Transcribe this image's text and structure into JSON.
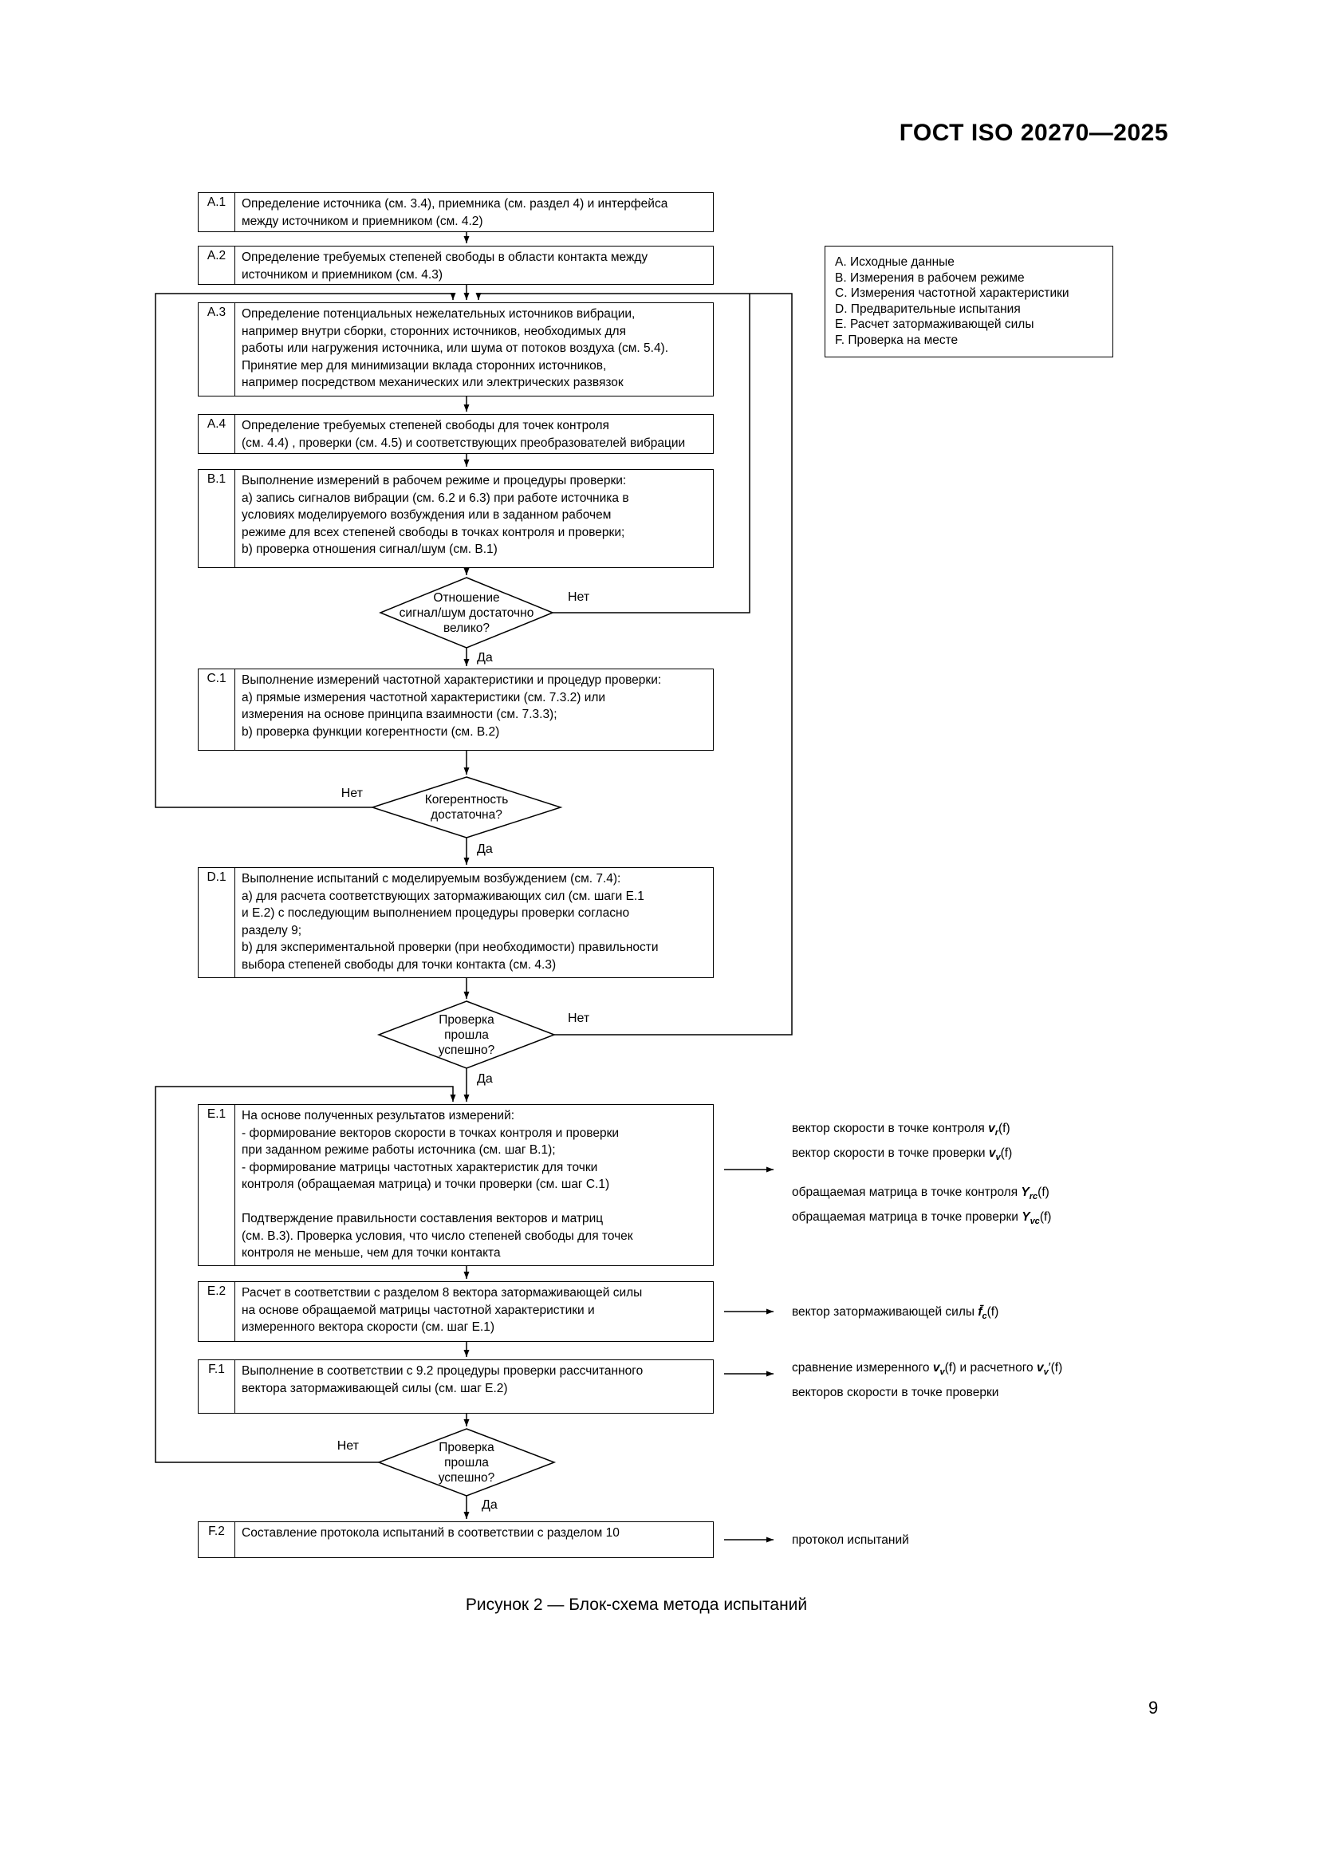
{
  "page": {
    "header": "ГОСТ ISO 20270—2025",
    "caption": "Рисунок 2 — Блок-схема метода испытаний",
    "page_number": "9"
  },
  "colors": {
    "ink": "#000000",
    "background": "#ffffff"
  },
  "legend": {
    "items": [
      "A. Исходные данные",
      "B. Измерения в рабочем режиме",
      "C. Измерения частотной характеристики",
      "D. Предварительные испытания",
      "E. Расчет затормаживающей силы",
      "F. Проверка на месте"
    ]
  },
  "boxes": {
    "a1": {
      "code": "A.1",
      "text": "Определение источника (см. 3.4), приемника (см. раздел 4) и интерфейса\nмежду источником и приемником (см. 4.2)"
    },
    "a2": {
      "code": "A.2",
      "text": "Определение требуемых степеней свободы в области контакта между\nисточником и приемником (см. 4.3)"
    },
    "a3": {
      "code": "A.3",
      "text": "Определение потенциальных нежелательных источников вибрации,\nнапример внутри сборки, сторонних источников, необходимых для\nработы или нагружения источника, или шума от потоков воздуха (см. 5.4).\nПринятие мер для минимизации вклада сторонних источников,\nнапример посредством механических или электрических развязок"
    },
    "a4": {
      "code": "A.4",
      "text": "Определение требуемых степеней свободы для точек контроля\n(см. 4.4) , проверки (см. 4.5) и соответствующих преобразователей вибрации"
    },
    "b1": {
      "code": "B.1",
      "text": "Выполнение измерений в рабочем режиме и процедуры проверки:\na) запись сигналов вибрации (см. 6.2 и 6.3) при работе источника в\nусловиях моделируемого возбуждения или в заданном рабочем\nрежиме для всех степеней свободы в точках контроля и проверки;\nb) проверка отношения сигнал/шум (см. В.1)"
    },
    "c1": {
      "code": "C.1",
      "text": "Выполнение измерений частотной характеристики и процедур проверки:\na) прямые измерения частотной характеристики (см. 7.3.2) или\nизмерения на основе принципа взаимности (см. 7.3.3);\nb) проверка функции когерентности (см. В.2)"
    },
    "d1": {
      "code": "D.1",
      "text": "Выполнение испытаний с моделируемым возбуждением (см. 7.4):\na) для расчета соответствующих затормаживающих сил (см. шаги E.1\nи E.2) с последующим выполнением процедуры проверки согласно\nразделу 9;\nb) для экспериментальной проверки (при необходимости) правильности\nвыбора степеней свободы для точки контакта (см. 4.3)"
    },
    "e1": {
      "code": "E.1",
      "text": "На основе полученных результатов измерений:\n- формирование векторов скорости в точках контроля и проверки\nпри заданном режиме работы источника (см. шаг B.1);\n- формирование матрицы частотных характеристик для точки\nконтроля (обращаемая матрица) и точки проверки (см. шаг C.1)\n\nПодтверждение правильности составления векторов и матриц\n(см. В.3). Проверка условия, что число степеней свободы для точек\nконтроля не меньше, чем для точки контакта"
    },
    "e2": {
      "code": "E.2",
      "text": "Расчет в соответствии с разделом 8 вектора затормаживающей силы\nна основе обращаемой матрицы частотной характеристики и\nизмеренного вектора скорости (см. шаг E.1)"
    },
    "f1": {
      "code": "F.1",
      "text": "Выполнение в соответствии с 9.2 процедуры проверки рассчитанного\nвектора затормаживающей силы (см. шаг E.2)"
    },
    "f2": {
      "code": "F.2",
      "text": "Составление протокола испытаний в соответствии с разделом 10"
    }
  },
  "diamonds": {
    "d1": {
      "text": "Отношение\nсигнал/шум достаточно\nвелико?",
      "yes": "Да",
      "no": "Нет"
    },
    "d2": {
      "text": "Когерентность\nдостаточна?",
      "yes": "Да",
      "no": "Нет"
    },
    "d3": {
      "text": "Проверка\nпрошла\nуспешно?",
      "yes": "Да",
      "no": "Нет"
    },
    "d4": {
      "text": "Проверка\nпрошла\nуспешно?",
      "yes": "Да",
      "no": "Нет"
    }
  },
  "annotations": {
    "e1": {
      "l1": {
        "pre": "вектор скорости в точке контроля ",
        "sym": "v",
        "sub": "r",
        "post": "(f)"
      },
      "l2": {
        "pre": "вектор скорости в точке проверки ",
        "sym": "v",
        "sub": "v",
        "post": "(f)"
      },
      "l3": {
        "pre": "обращаемая матрица в точке контроля ",
        "sym": "Y",
        "sub": "rc",
        "post": "(f)"
      },
      "l4": {
        "pre": "обращаемая матрица в точке проверки ",
        "sym": "Y",
        "sub": "vc",
        "post": "(f)"
      }
    },
    "e2": {
      "l1": {
        "pre": "вектор затормаживающей силы ",
        "sym": "f̄",
        "sub": "c",
        "post": "(f)"
      }
    },
    "f1": {
      "l1": {
        "pre": "сравнение измеренного ",
        "sym": "v",
        "sub": "v",
        "mid": "(f) и расчетного ",
        "sym2": "v",
        "sub2": "v",
        "post": "′(f)"
      },
      "l2": "векторов скорости в точке проверки"
    },
    "f2": {
      "l1": "протокол испытаний"
    }
  }
}
